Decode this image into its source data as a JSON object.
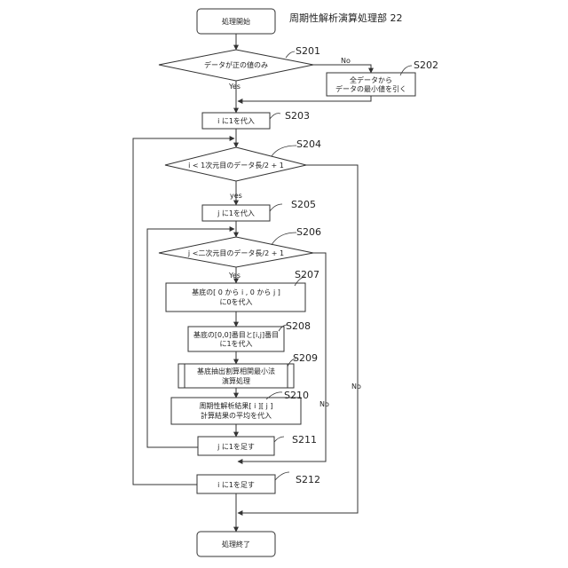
{
  "title": "周期性解析演算処理部 22",
  "nodes": {
    "start": {
      "label": "処理開始"
    },
    "d201": {
      "label": "データが正の値のみ"
    },
    "p202": {
      "lines": [
        "全データから",
        "データの最小値を引く"
      ]
    },
    "p203": {
      "label": "i に1を代入"
    },
    "d204": {
      "label": "i < 1次元目のデータ長/2 + 1"
    },
    "p205": {
      "label": "j に1を代入"
    },
    "d206": {
      "label": "j <二次元目のデータ長/2 + 1"
    },
    "p207": {
      "lines": [
        "基底の[ 0 から i , 0 から j ]",
        "に0を代入"
      ]
    },
    "p208": {
      "lines": [
        "基底の[0,0]番目と[i,j]番目",
        "に1を代入"
      ]
    },
    "p209": {
      "lines": [
        "基底抽出割算相関最小法",
        "演算処理"
      ]
    },
    "p210": {
      "lines": [
        "周期性解析結果[ i ][ j ]",
        "計算結果の平均を代入"
      ]
    },
    "p211": {
      "label": "j に1を足す"
    },
    "p212": {
      "label": "i に1を足す"
    },
    "end": {
      "label": "処理終了"
    }
  },
  "steps": {
    "s201": "S201",
    "s202": "S202",
    "s203": "S203",
    "s204": "S204",
    "s205": "S205",
    "s206": "S206",
    "s207": "S207",
    "s208": "S208",
    "s209": "S209",
    "s210": "S210",
    "s211": "S211",
    "s212": "S212"
  },
  "edge_labels": {
    "d201_no": "No",
    "d201_yes": "Yes",
    "d204_yes": "yes",
    "d204_no": "No",
    "d206_yes": "Yes",
    "d206_no": "No"
  }
}
